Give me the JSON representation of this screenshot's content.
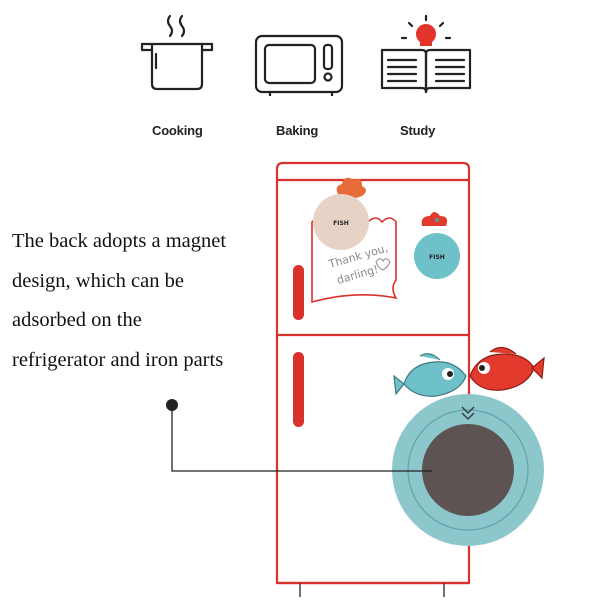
{
  "icons": [
    {
      "name": "cooking-pot-icon",
      "label": "Cooking"
    },
    {
      "name": "microwave-oven-icon",
      "label": "Baking"
    },
    {
      "name": "open-book-lamp-icon",
      "label": "Study"
    }
  ],
  "description_lines": [
    "The back adopts a magnet",
    "design, which can be",
    "adsorbed on the",
    "refrigerator and iron parts"
  ],
  "note": {
    "line1": "Thank you,",
    "line2": "darling!"
  },
  "timer_brand": "FISH",
  "colors": {
    "fridge_outline": "#d9312c",
    "handle": "#d9312c",
    "timer_ring": "#8cc7cc",
    "magnet_core": "#5d5353",
    "fish_blue": "#6fc1c9",
    "fish_red": "#e23b2e",
    "timer_beige": "#e7d3c5"
  }
}
